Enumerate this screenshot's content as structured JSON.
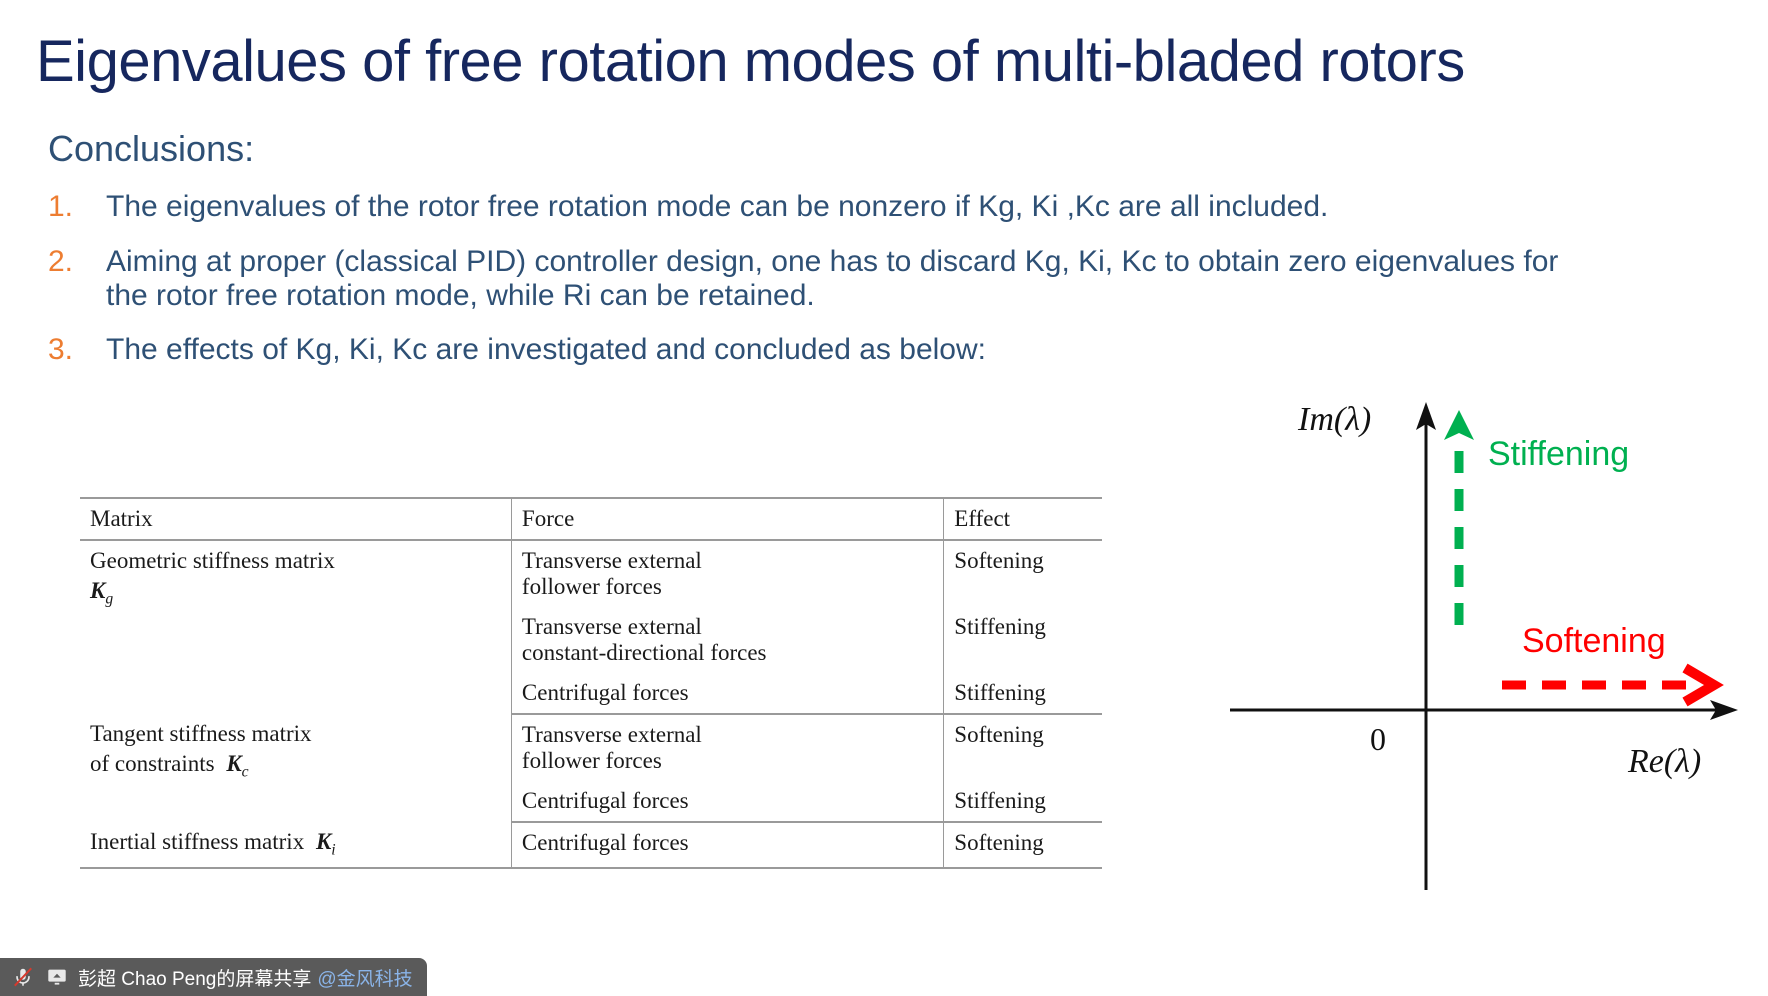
{
  "slide": {
    "title": "Eigenvalues of free rotation modes of multi-bladed rotors",
    "heading": "Conclusions:",
    "title_color": "#16275E",
    "body_color": "#2E5075",
    "number_color": "#ED7D31",
    "conclusions": [
      {
        "number": "1.",
        "text": "The eigenvalues of the rotor free rotation mode can be nonzero if Kg, Ki ,Kc are all included."
      },
      {
        "number": "2.",
        "text": "Aiming at proper (classical PID) controller design, one has to discard Kg, Ki, Kc to obtain zero eigenvalues for the rotor free rotation mode, while Ri can be retained."
      },
      {
        "number": "3.",
        "text": "The effects of Kg, Ki, Kc are investigated and concluded as below:"
      }
    ]
  },
  "table": {
    "headers": [
      "Matrix",
      "Force",
      "Effect"
    ],
    "groups": [
      {
        "matrix_line1": "Geometric stiffness matrix",
        "matrix_symbol": "K",
        "matrix_subscript": "g",
        "rows": [
          {
            "force": "Transverse external\nfollower forces",
            "effect": "Softening"
          },
          {
            "force": "Transverse external\nconstant-directional forces",
            "effect": "Stiffening"
          },
          {
            "force": "Centrifugal forces",
            "effect": "Stiffening"
          }
        ]
      },
      {
        "matrix_line1": "Tangent stiffness matrix",
        "matrix_line2": "of constraints",
        "matrix_symbol": "K",
        "matrix_subscript": "c",
        "rows": [
          {
            "force": "Transverse external\nfollower forces",
            "effect": "Softening"
          },
          {
            "force": "Centrifugal forces",
            "effect": "Stiffening"
          }
        ]
      },
      {
        "matrix_line1": "Inertial stiffness matrix",
        "matrix_symbol": "K",
        "matrix_subscript": "i",
        "rows": [
          {
            "force": "Centrifugal forces",
            "effect": "Softening"
          }
        ]
      }
    ]
  },
  "diagram": {
    "im_axis_label": "Im(λ)",
    "re_axis_label": "Re(λ)",
    "origin_label": "0",
    "stiffening_label": "Stiffening",
    "softening_label": "Softening",
    "stiffening_color": "#00B050",
    "softening_color": "#FF0000",
    "axis_color": "#111111"
  },
  "share_bar": {
    "mic_icon": "microphone-muted-icon",
    "screen_icon": "screen-share-icon",
    "owner": "彭超 Chao Peng的屏幕共享",
    "org": "@金风科技",
    "bar_color": "#5A5A5A",
    "org_color": "#8AB4E8"
  }
}
